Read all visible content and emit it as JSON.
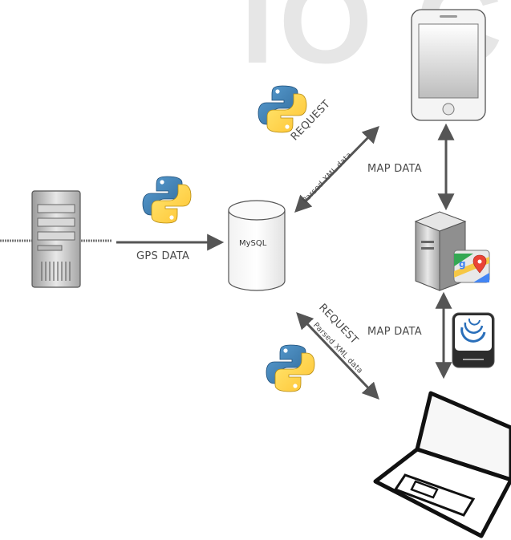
{
  "watermark": "IO C",
  "database": {
    "label": "MySQL"
  },
  "arrows": {
    "gps": {
      "label": "GPS DATA"
    },
    "phone_request": {
      "label": "REQUEST",
      "sublabel": "Parsed XML data"
    },
    "laptop_request": {
      "label": "REQUEST",
      "sublabel": "Parsed XML data"
    },
    "map_upper": {
      "label": "MAP DATA"
    },
    "map_lower": {
      "label": "MAP DATA"
    }
  },
  "icons": [
    "server-icon",
    "python-logo",
    "database-icon",
    "smartphone-icon",
    "map-server-icon",
    "google-maps-icon",
    "jquery-icon",
    "laptop-icon"
  ],
  "colors": {
    "python_blue": "#3a6ea5",
    "python_yellow": "#f6cc3a",
    "arrow": "#555555",
    "label": "#4a4a4a"
  }
}
